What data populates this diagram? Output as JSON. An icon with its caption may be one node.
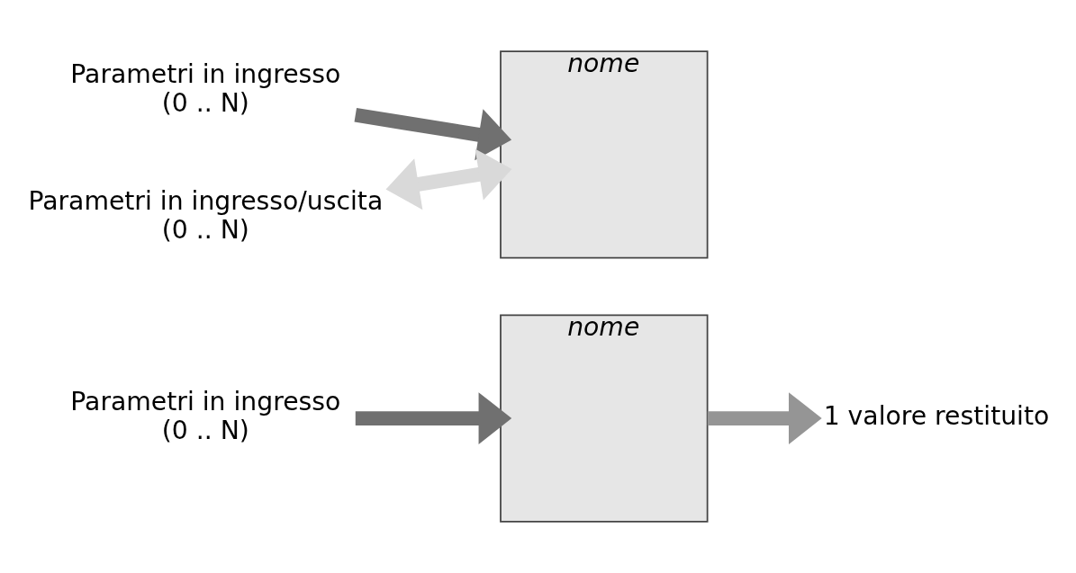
{
  "diagram": {
    "nodes": [
      {
        "text": [
          "nome"
        ]
      },
      {
        "text": [
          "Parametri in ingresso",
          "(0 .. N)"
        ]
      },
      {
        "text": [
          "1 valore restituito"
        ]
      },
      {
        "text": [
          "nome"
        ]
      },
      {
        "text": [
          "Parametri in ingresso",
          "(0 .. N)"
        ]
      },
      {
        "text": [
          "Parametri in ingresso/uscita",
          "(0 .. N)"
        ]
      }
    ],
    "edges": [
      {
        "from": 1,
        "to": 0,
        "arrow": "to",
        "color": "#707070"
      },
      {
        "from": 0,
        "to": 2,
        "arrow": "to",
        "color": "#959595"
      },
      {
        "from": 4,
        "to": 3,
        "arrow": "to",
        "color": "#707070"
      },
      {
        "from": 5,
        "to": 3,
        "arrow": "both",
        "color": "#d9d9d9"
      }
    ]
  }
}
